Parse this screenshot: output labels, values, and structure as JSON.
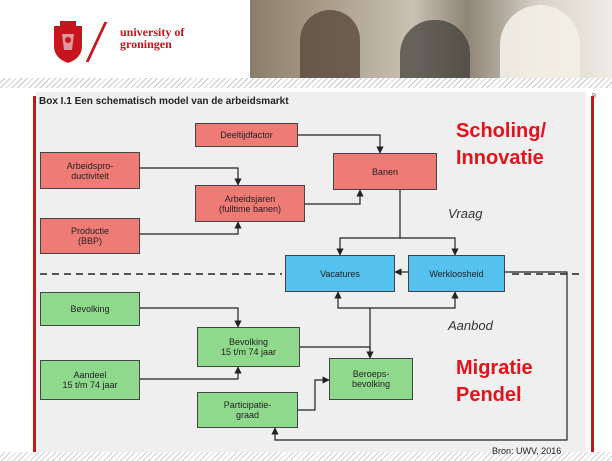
{
  "header": {
    "logo_text_line1": "university of",
    "logo_text_line2": "groningen"
  },
  "page_number": "9",
  "diagram": {
    "title": "Box I.1 Een schematisch model van de arbeidsmarkt",
    "boxes": {
      "deeltijdfactor": "Deeltijdfactor",
      "arbeidsproductiviteit": "Arbeidspro-\nductiviteit",
      "banen": "Banen",
      "arbeidsjaren": "Arbeidsjaren\n(fulltime banen)",
      "productie": "Productie\n(BBP)",
      "vacatures": "Vacatures",
      "werkloosheid": "Werkloosheid",
      "bevolking": "Bevolking",
      "bevolking_15_74": "Bevolking\n15 t/m 74 jaar",
      "aandeel": "Aandeel\n15 t/m 74 jaar",
      "beroepsbevolking": "Beroeps-\nbevolking",
      "participatiegraad": "Participatie-\ngraad"
    },
    "labels": {
      "vraag": "Vraag",
      "aanbod": "Aanbod"
    },
    "colors": {
      "demand": "#ef7b76",
      "supply": "#8fd98c",
      "market": "#55c1ee",
      "accent": "#e2131b"
    }
  },
  "annotations": {
    "scholing_line1": "Scholing/",
    "scholing_line2": "Innovatie",
    "migratie_line1": "Migratie",
    "migratie_line2": "Pendel"
  },
  "source": "Bron: UWV, 2016"
}
